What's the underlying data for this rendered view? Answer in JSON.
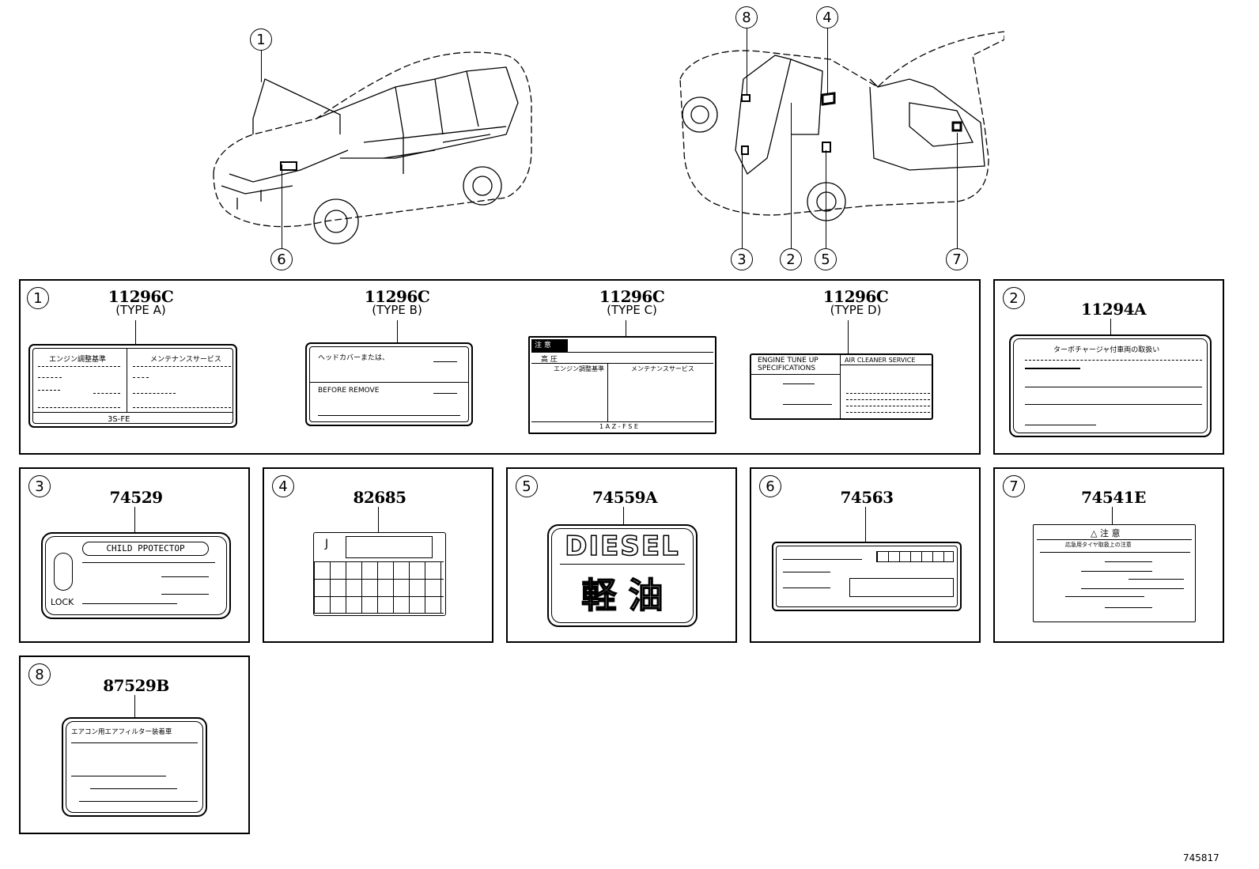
{
  "callouts": {
    "left": [
      "1",
      "6"
    ],
    "right": [
      "8",
      "4",
      "3",
      "2",
      "5",
      "7"
    ]
  },
  "panels": {
    "p1": {
      "num": "1",
      "parts": [
        {
          "pn": "11296C",
          "type": "(TYPE A)"
        },
        {
          "pn": "11296C",
          "type": "(TYPE B)"
        },
        {
          "pn": "11296C",
          "type": "(TYPE C)"
        },
        {
          "pn": "11296C",
          "type": "(TYPE D)"
        }
      ]
    },
    "p2": {
      "num": "2",
      "pn": "11294A"
    },
    "p3": {
      "num": "3",
      "pn": "74529"
    },
    "p4": {
      "num": "4",
      "pn": "82685"
    },
    "p5": {
      "num": "5",
      "pn": "74559A"
    },
    "p6": {
      "num": "6",
      "pn": "74563"
    },
    "p7": {
      "num": "7",
      "pn": "74541E"
    },
    "p8": {
      "num": "8",
      "pn": "87529B"
    }
  },
  "labels": {
    "a_left": "エンジン調整基準",
    "a_right": "メンテナンスサービス",
    "a_bottom": "3S-FE",
    "b_top": "ヘッドカバーまたは、",
    "b_bottom": "BEFORE REMOVE",
    "c_warn": "注 意",
    "c_row": "高 圧",
    "c_left": "エンジン調整基準",
    "c_right": "メンテナンスサービス",
    "c_bottom": "1 A Z - F S E",
    "d_left_1": "ENGINE TUNE UP",
    "d_left_2": "SPECIFICATIONS",
    "d_right": "AIR CLEANER SERVICE",
    "l2_title": "ターボチャージャ付車両の取扱い",
    "l3_title": "CHILD PPOTECTOP",
    "l3_lock": "LOCK",
    "l4_letter": "J",
    "l5_en": "DIESEL",
    "l5_jp": "軽 油",
    "l7_title": "△ 注 意",
    "l7_sub": "応急用タイヤ取扱上の注意",
    "l8_title": "エアコン用エアフィルター装着車"
  },
  "ref_number": "745817"
}
